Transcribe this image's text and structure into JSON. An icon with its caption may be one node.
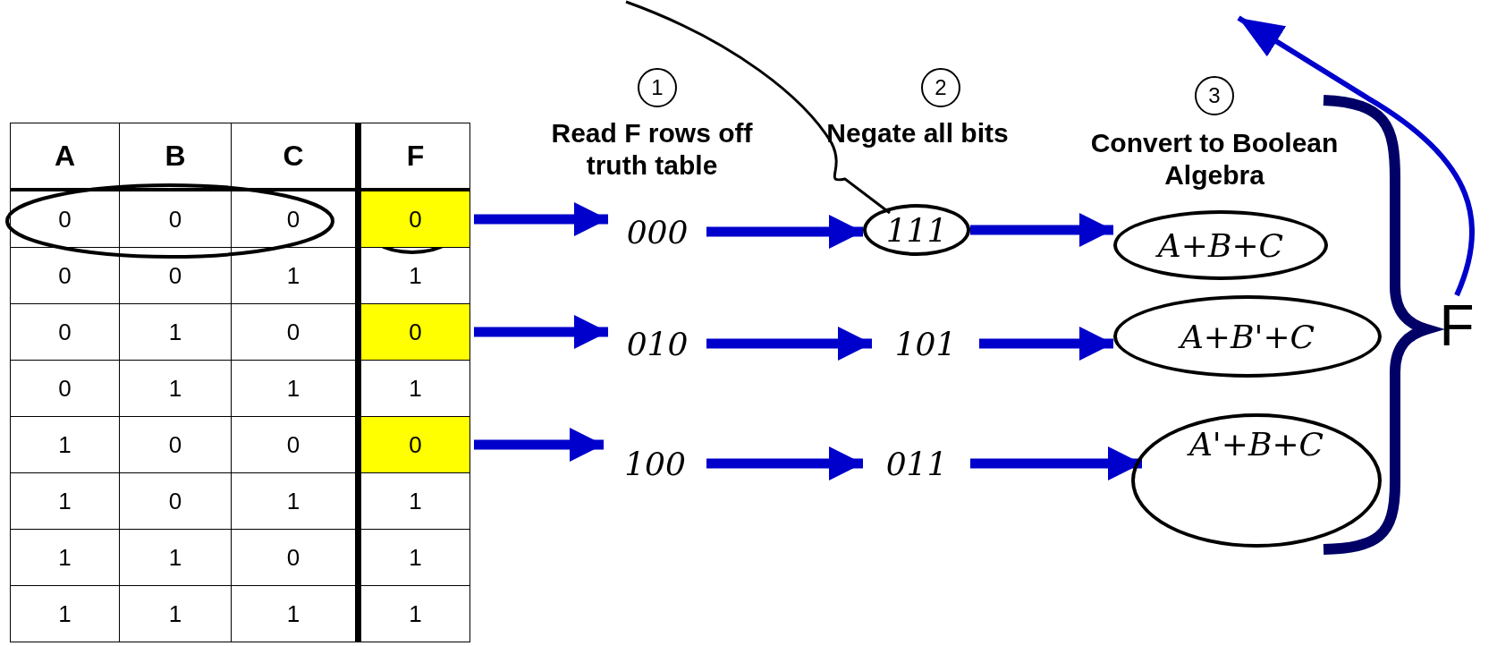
{
  "diagram": {
    "nodes": [
      {
        "text": [
          "000"
        ]
      },
      {
        "text": [
          "111"
        ]
      },
      {
        "text": [
          "A+B+C"
        ]
      },
      {
        "text": [
          "010"
        ]
      },
      {
        "text": [
          "101"
        ]
      },
      {
        "text": [
          "A+B'+C"
        ]
      },
      {
        "text": [
          "100"
        ]
      },
      {
        "text": [
          "011"
        ]
      },
      {
        "text": [
          "A'+B+C"
        ]
      },
      {
        "text": [
          "F"
        ]
      },
      {
        "text": [
          "0"
        ]
      },
      {
        "text": [
          "0"
        ]
      },
      {
        "text": [
          "0"
        ]
      }
    ],
    "edges": [
      {
        "from": 10,
        "to": 0,
        "arrow": "to"
      },
      {
        "from": 0,
        "to": 1,
        "arrow": "to"
      },
      {
        "from": 1,
        "to": 2,
        "arrow": "to"
      },
      {
        "from": 11,
        "to": 3,
        "arrow": "to"
      },
      {
        "from": 3,
        "to": 4,
        "arrow": "to"
      },
      {
        "from": 4,
        "to": 5,
        "arrow": "to"
      },
      {
        "from": 12,
        "to": 6,
        "arrow": "to"
      },
      {
        "from": 6,
        "to": 7,
        "arrow": "to"
      },
      {
        "from": 7,
        "to": 8,
        "arrow": "to"
      },
      {
        "from": null,
        "to": 1,
        "arrow": "none",
        "color": "#000000"
      },
      {
        "from": 9,
        "to": null,
        "arrow": "to"
      }
    ],
    "labels": [
      "1",
      "2",
      "3",
      "Read F rows off truth table",
      "Negate all bits",
      "Convert to Boolean Algebra",
      "A",
      "B",
      "C",
      "F",
      "0",
      "0",
      "0",
      "0",
      "0",
      "1",
      "1",
      "0",
      "1",
      "0",
      "0",
      "1",
      "1",
      "1",
      "1",
      "0",
      "0",
      "1",
      "0",
      "1",
      "1",
      "1",
      "1",
      "0",
      "1",
      "1",
      "1",
      "1",
      "1"
    ]
  }
}
